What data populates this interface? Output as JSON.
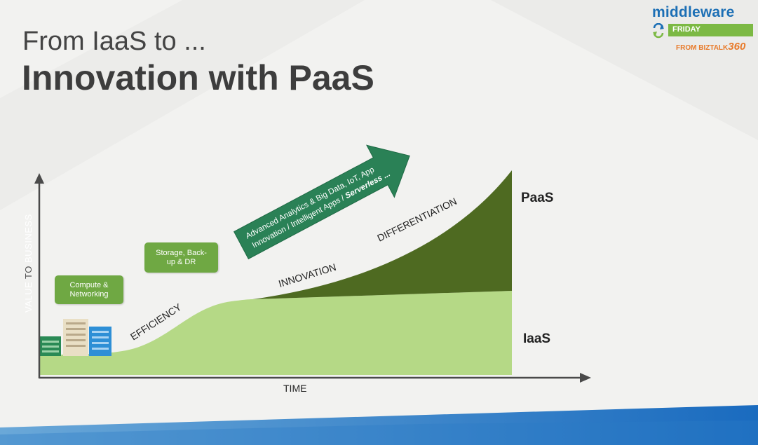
{
  "slide": {
    "title_small": "From IaaS to ...",
    "title_big": "Innovation with PaaS"
  },
  "logo": {
    "word": "middleware",
    "bar_text": "FRIDAY",
    "from_text": "FROM",
    "brand_text": "BIZTALK",
    "brand_num": "360",
    "colors": {
      "blue": "#1c6fb5",
      "green": "#7cb944",
      "orange": "#e87a2a"
    }
  },
  "diagram": {
    "y_axis": {
      "word_a": "VALUE",
      "word_b": "TO",
      "word_c": "BUSINESS"
    },
    "x_axis": "TIME",
    "boxes": {
      "compute": [
        "Compute &",
        "Networking"
      ],
      "storage": [
        "Storage, Back-",
        "up & DR"
      ]
    },
    "stages": {
      "efficiency": "EFFICIENCY",
      "innovation": "INNOVATION",
      "differentiation": "DIFFERENTIATION"
    },
    "arrow": {
      "line1": "Advanced Analytics & Big Data, IoT, App",
      "line2_a": "Innovation / Intelligent Apps / ",
      "line2_b": "Serverless ..."
    },
    "layers": {
      "paas": "PaaS",
      "iaas": "IaaS"
    },
    "colors": {
      "iaas": "#b5d986",
      "paas": "#4e6a21",
      "arrow": "#2a8156",
      "tag": "#6fa843"
    }
  }
}
